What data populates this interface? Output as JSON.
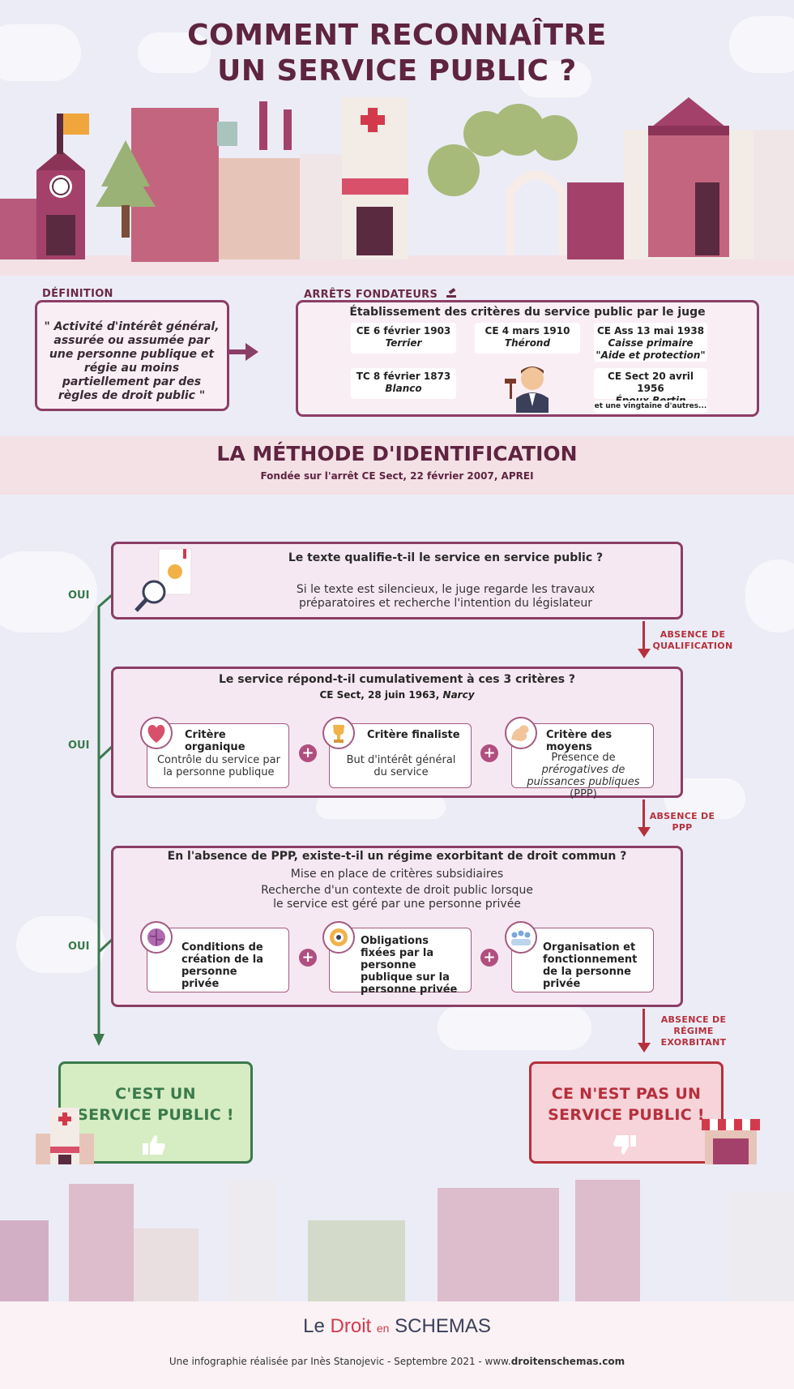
{
  "title": {
    "line1": "COMMENT RECONNAÎTRE",
    "line2": "UN SERVICE PUBLIC ?"
  },
  "definition": {
    "label": "DÉFINITION",
    "text": "\" Activité d'intérêt général, assurée ou assumée par une personne publique et régie au moins partiellement par des règles de droit public \""
  },
  "arrets": {
    "label": "ARRÊTS FONDATEURS",
    "heading": "Établissement des critères du service public par le juge",
    "items": [
      {
        "date": "CE 6 février 1903",
        "name": "Terrier"
      },
      {
        "date": "CE 4 mars 1910",
        "name": "Thérond"
      },
      {
        "date": "CE Ass 13 mai 1938",
        "name": "Caisse primaire \"Aide et protection\""
      },
      {
        "date": "TC 8 février 1873",
        "name": "Blanco"
      },
      {
        "date": "CE Sect 20 avril 1956",
        "name": "Époux Bertin"
      }
    ],
    "others": "et une vingtaine d'autres..."
  },
  "method": {
    "title": "LA MÉTHODE D'IDENTIFICATION",
    "subtitle": "Fondée sur l'arrêt CE Sect, 22 février 2007, APREI"
  },
  "step1": {
    "question": "Le texte qualifie-t-il le service en service public ?",
    "line1": "Si le texte est silencieux,  le juge regarde les travaux",
    "line2": "préparatoires et recherche l'intention du législateur"
  },
  "step2": {
    "question": "Le service répond-t-il cumulativement à ces 3 critères ?",
    "ref_prefix": "CE Sect, 28 juin 1963, ",
    "ref_name": "Narcy",
    "criteria": [
      {
        "title": "Critère organique",
        "desc": "Contrôle du service par la personne publique"
      },
      {
        "title": "Critère finaliste",
        "desc": "But d'intérêt général du service"
      },
      {
        "title": "Critère des moyens",
        "desc_prefix": "Présence de ",
        "desc_italic": "prérogatives de puissances publiques",
        "desc_suffix": "(PPP)"
      }
    ]
  },
  "step3": {
    "question": "En l'absence de PPP, existe-t-il un régime exorbitant de droit commun ?",
    "line1": "Mise en place de critères subsidiaires",
    "line2": "Recherche d'un contexte de droit public lorsque",
    "line3": "le service est géré par une personne privée",
    "criteria": [
      {
        "title": "Conditions de création de la personne privée"
      },
      {
        "title": "Obligations fixées par la personne publique sur la personne privée"
      },
      {
        "title": "Organisation et fonctionnement de la personne privée"
      }
    ]
  },
  "oui": "OUI",
  "absences": [
    "ABSENCE DE QUALIFICATION",
    "ABSENCE DE PPP",
    "ABSENCE DE RÉGIME EXORBITANT"
  ],
  "results": {
    "yes": {
      "line1": "C'EST UN",
      "line2": "SERVICE PUBLIC !"
    },
    "no": {
      "line1": "CE N'EST PAS UN",
      "line2": "SERVICE PUBLIC !"
    }
  },
  "footer": {
    "logo_le": "Le",
    "logo_droit": "Droit",
    "logo_en": "en",
    "logo_schemas": "SCHEMAS",
    "credit_prefix": "Une infographie réalisée par Inès Stanojevic - Septembre 2021 - www.",
    "credit_site": "droitenschemas.com"
  },
  "colors": {
    "accent": "#8b3e66",
    "title": "#5e2440",
    "green": "#3a7a4c",
    "red": "#b5303c"
  }
}
